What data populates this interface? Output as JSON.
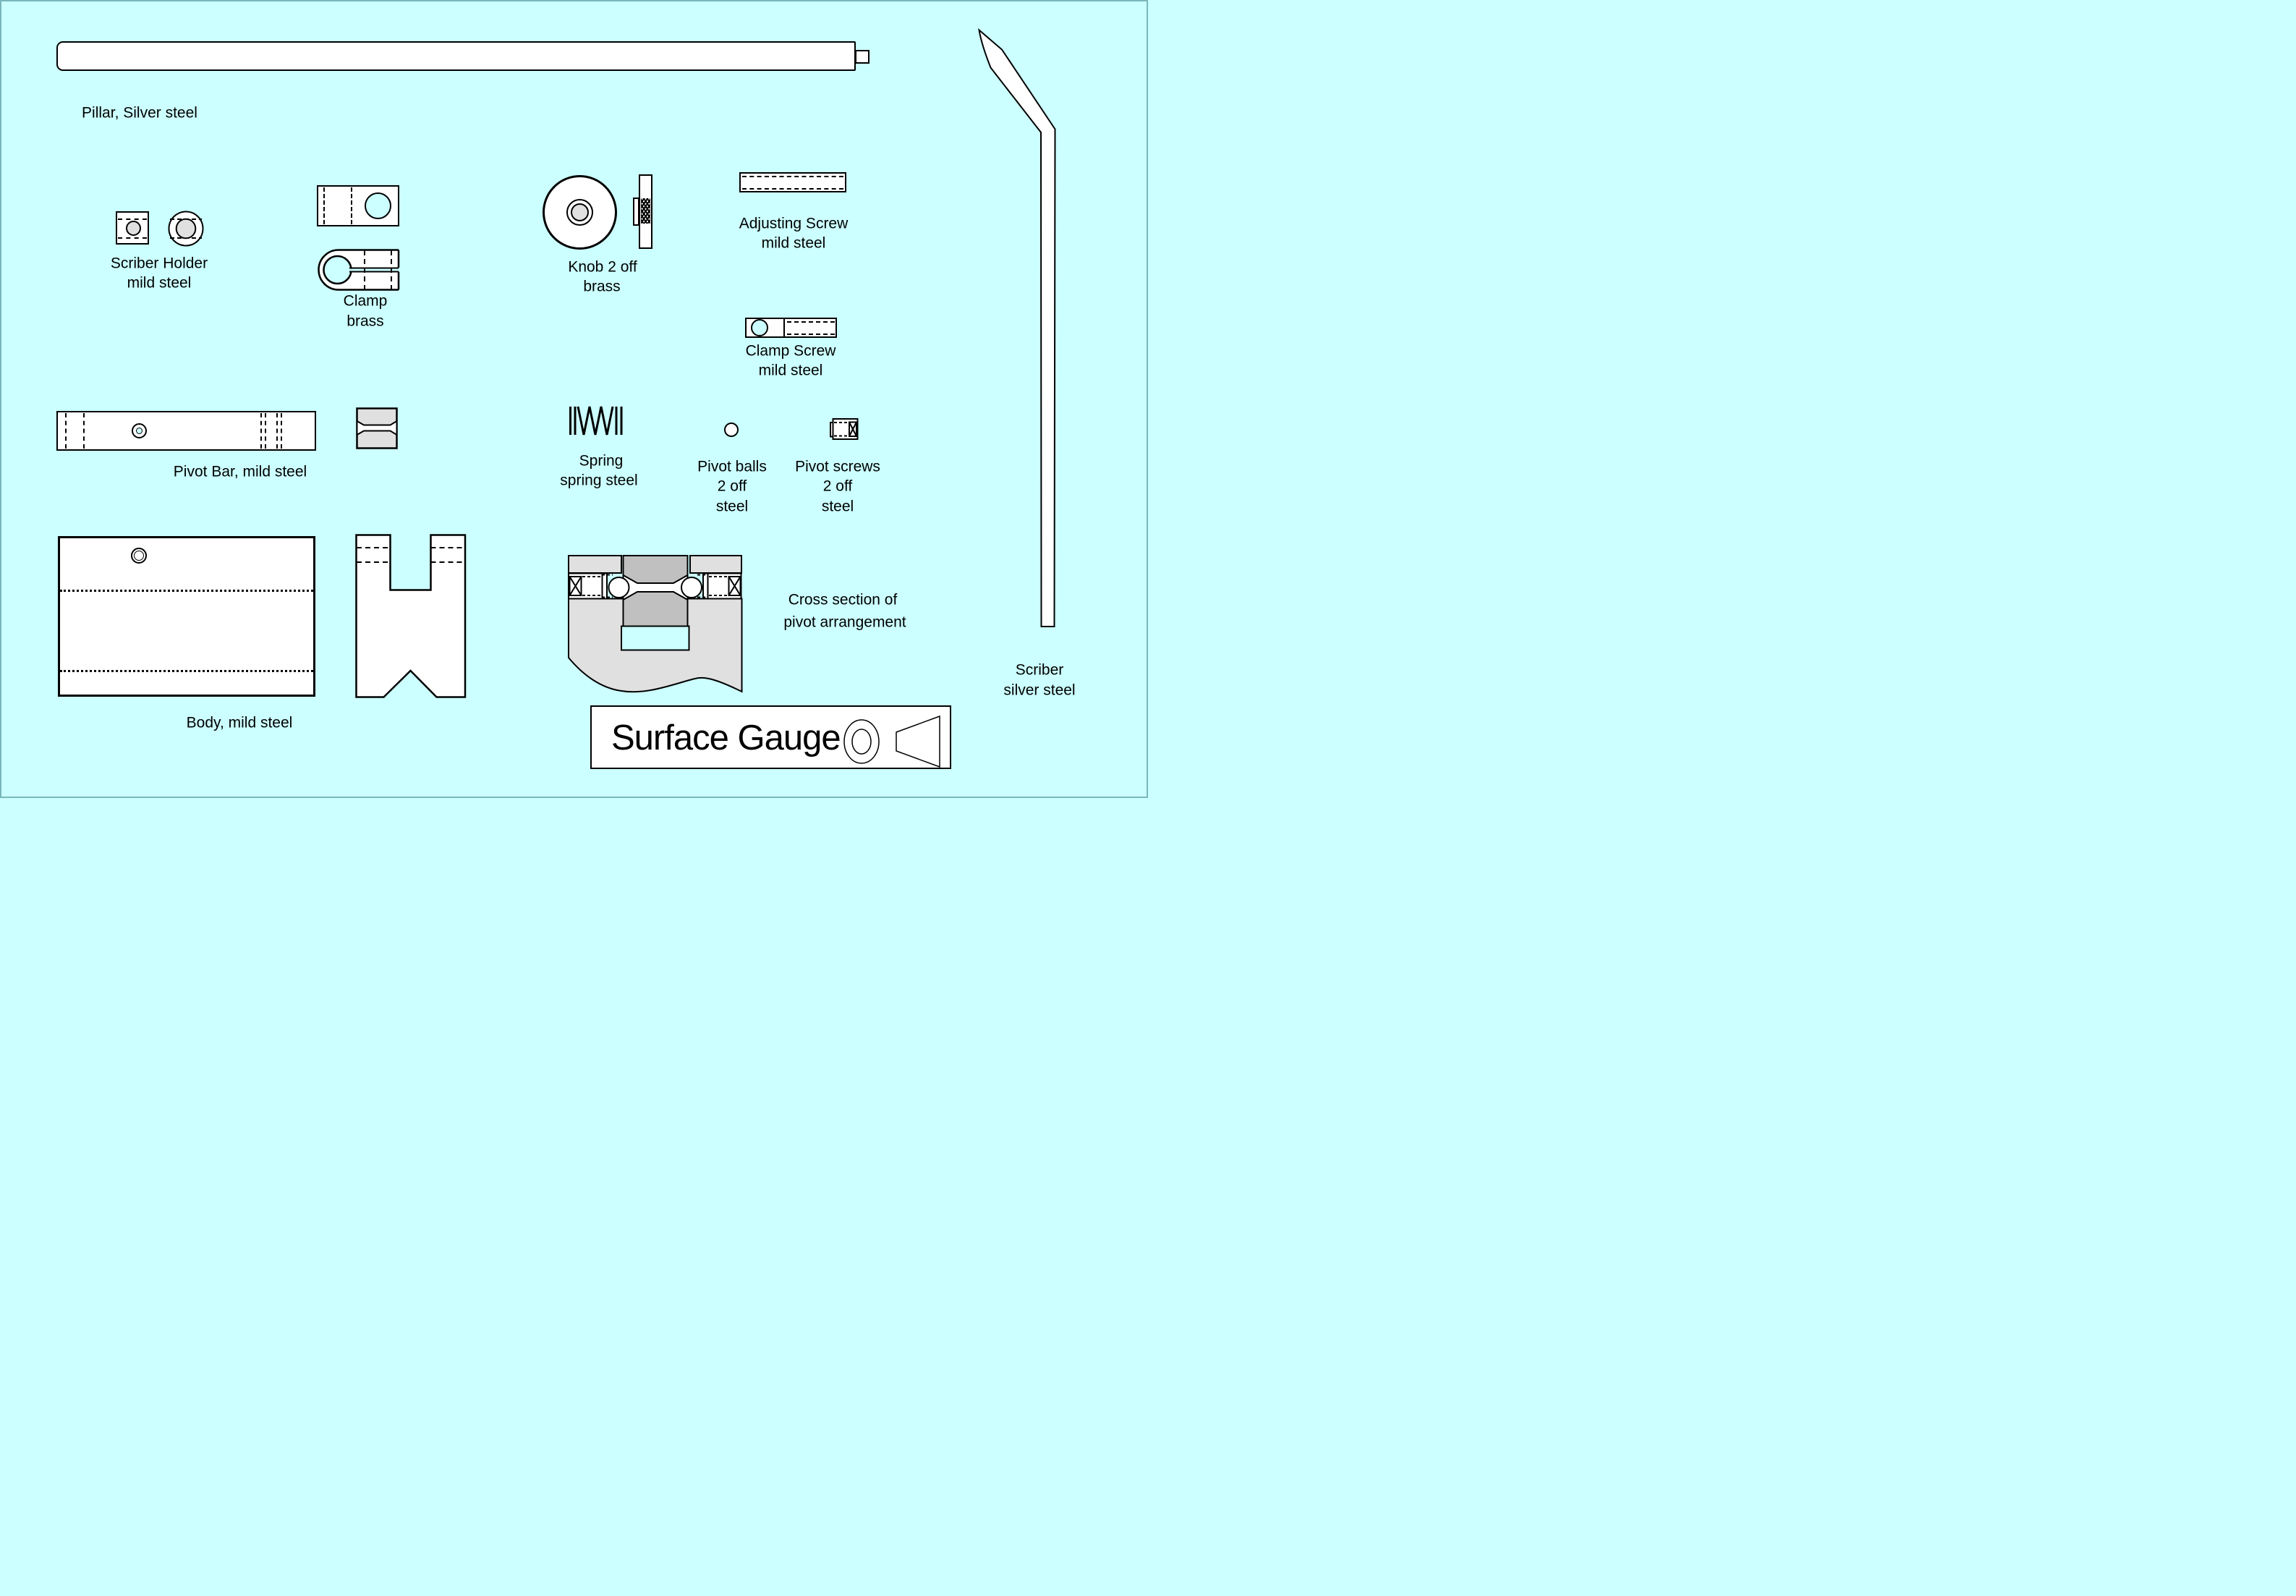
{
  "colors": {
    "bg": "#CCFFFF",
    "part": "#FFFFFF",
    "shade": "#E0E0E0",
    "darkshade": "#C0C0C0",
    "line": "#000000"
  },
  "title_block": {
    "title": "Surface Gauge"
  },
  "parts": {
    "pillar": {
      "label": "Pillar, Silver steel"
    },
    "scriber_holder": {
      "name": "Scriber Holder",
      "material": "mild steel"
    },
    "clamp": {
      "name": "Clamp",
      "material": "brass"
    },
    "knob": {
      "name": "Knob 2 off",
      "material": "brass"
    },
    "adjusting_screw": {
      "name": "Adjusting Screw",
      "material": "mild steel"
    },
    "clamp_screw": {
      "name": "Clamp Screw",
      "material": "mild steel"
    },
    "pivot_bar": {
      "label": "Pivot Bar, mild steel"
    },
    "spring": {
      "name": "Spring",
      "material": "spring steel"
    },
    "pivot_balls": {
      "name": "Pivot balls",
      "quantity": "2 off",
      "material": "steel"
    },
    "pivot_screws": {
      "name": "Pivot screws",
      "quantity": "2 off",
      "material": "steel"
    },
    "body": {
      "label": "Body, mild steel"
    },
    "cross_section": {
      "caption_line1": "Cross section of",
      "caption_line2": "pivot arrangement"
    },
    "scriber": {
      "name": "Scriber",
      "material": "silver steel"
    }
  }
}
